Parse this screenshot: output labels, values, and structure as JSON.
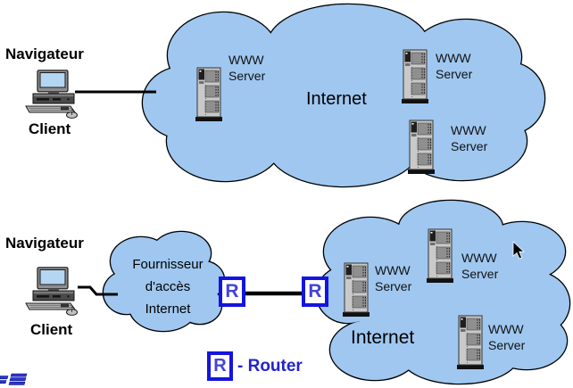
{
  "top_section": {
    "client": {
      "title": "Navigateur",
      "label": "Client"
    },
    "cloud": {
      "label": "Internet",
      "servers": [
        {
          "line1": "WWW",
          "line2": "Server"
        },
        {
          "line1": "WWW",
          "line2": "Server"
        },
        {
          "line1": "WWW",
          "line2": "Server"
        }
      ]
    }
  },
  "bottom_section": {
    "client": {
      "title": "Navigateur",
      "label": "Client"
    },
    "isp_cloud": {
      "line1": "Fournisseur",
      "line2": "d'accès",
      "line3": "Internet"
    },
    "cloud": {
      "label": "Internet",
      "servers": [
        {
          "line1": "WWW",
          "line2": "Server"
        },
        {
          "line1": "WWW",
          "line2": "Server"
        },
        {
          "line1": "WWW",
          "line2": "Server"
        }
      ]
    },
    "router_left": {
      "symbol": "R"
    },
    "router_right": {
      "symbol": "R"
    },
    "legend": {
      "symbol": "R",
      "text": "- Router"
    }
  },
  "icons": {
    "client": "desktop-computer-icon",
    "server": "tower-server-icon",
    "cursor": "mouse-pointer-icon",
    "logo": "footer-logo"
  },
  "colors": {
    "cloud_fill": "#9FC7F0",
    "cloud_outline": "#000000",
    "router_border": "#1414E0",
    "router_letter": "#4343D8",
    "legend_text": "#2323CC",
    "text": "#000000"
  }
}
